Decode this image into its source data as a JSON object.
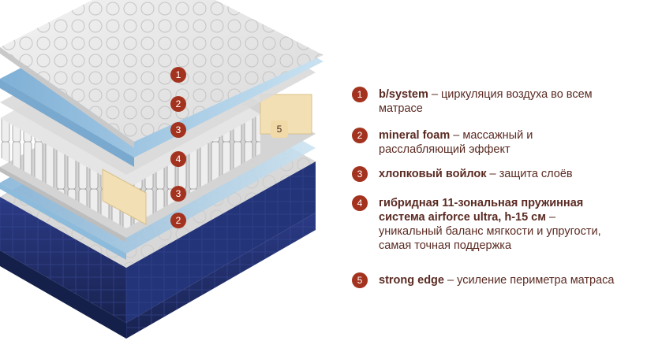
{
  "legend": [
    {
      "num": "1",
      "term": "b/system",
      "desc": " – циркуляция воздуха во всем матрасе"
    },
    {
      "num": "2",
      "term": "mineral foam",
      "desc": " – массажный и расслабляющий эффект"
    },
    {
      "num": "3",
      "term": "хлопковый войлок",
      "desc": " – защита слоёв"
    },
    {
      "num": "4",
      "term": "гибридная 11-зональная пружинная система airforce ultra, h-15 см",
      "desc": " – уникальный баланс мягкости и упругости, самая точная поддержка"
    },
    {
      "num": "5",
      "term": "strong edge",
      "desc": " – усиление периметра матраса"
    }
  ],
  "markers": {
    "m1": "1",
    "m2a": "2",
    "m3a": "3",
    "m4": "4",
    "m3b": "3",
    "m2b": "2",
    "m5": "5"
  },
  "colors": {
    "accent": "#a3331f",
    "text": "#5a2a22",
    "navy": "#1f2d6b",
    "foam_blue": "#a9cfe6",
    "latex": "#f2dfb4"
  }
}
